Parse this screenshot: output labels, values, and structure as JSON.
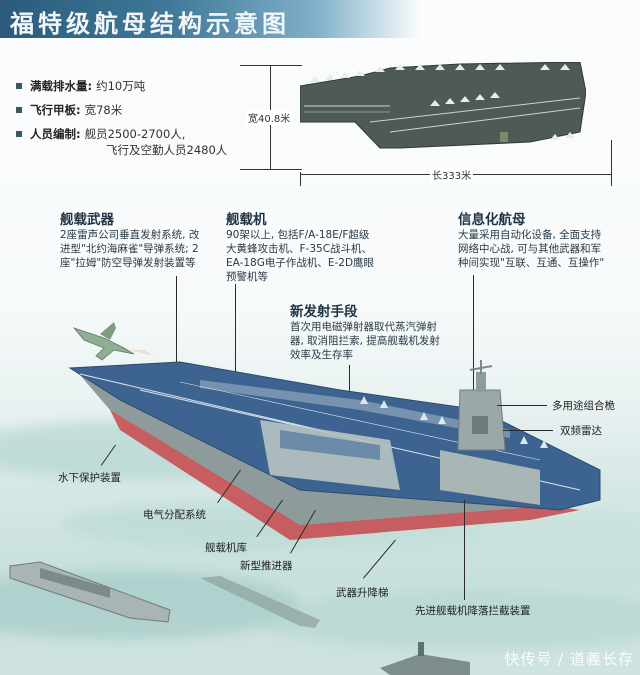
{
  "header": {
    "title": "福特级航母结构示意图",
    "bg_color": "#2b5a7b"
  },
  "specs": [
    {
      "label": "满载排水量",
      "sep": ": ",
      "value": "约10万吨"
    },
    {
      "label": "飞行甲板",
      "sep": ": ",
      "value": "宽78米"
    },
    {
      "label": "人员编制",
      "sep": ": ",
      "value": "舰员2500-2700人,",
      "value2": "飞行及空勤人员2480人"
    }
  ],
  "top_view": {
    "width_label": "宽40.8米",
    "length_label": "长333米",
    "deck_color": "#4f5a58"
  },
  "sections": {
    "weapons": {
      "heading": "舰载武器",
      "body": "2座雷声公司垂直发射系统, 改进型\"北约海麻雀\"导弹系统; 2座\"拉姆\"防空导弹发射装置等"
    },
    "aircraft": {
      "heading": "舰载机",
      "body": "90架以上, 包括F/A-18E/F超级大黄蜂攻击机、F-35C战斗机、EA-18G电子作战机、E-2D鹰眼预警机等"
    },
    "info": {
      "heading": "信息化航母",
      "body": "大量采用自动化设备, 全面支持网络中心战, 可与其他武器和军种间实现\"互联、互通、互操作\""
    },
    "launch": {
      "heading": "新发射手段",
      "body": "首次用电磁弹射器取代蒸汽弹射器, 取消阻拦索, 提高舰载机发射效率及生存率"
    }
  },
  "callouts": {
    "mast": "多用途组合桅",
    "radar": "双频雷达",
    "underwater": "水下保护装置",
    "power": "电气分配系统",
    "hangar": "舰载机库",
    "propeller": "新型推进器",
    "elevator": "武器升降梯",
    "arresting": "先进舰载机降落拦截装置"
  },
  "colors": {
    "deck_blue": "#3d6390",
    "hull_gray": "#8b9a9a",
    "hull_red": "#c7474a",
    "sea": "#c8e0dd"
  },
  "watermark": "快传号 / 道義长存"
}
